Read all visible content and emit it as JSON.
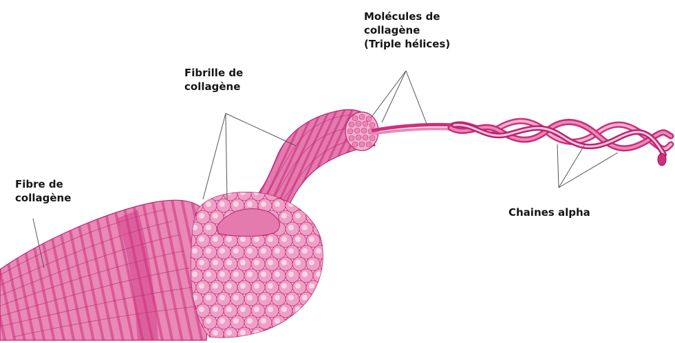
{
  "labels": {
    "molecules": [
      "Molécules de",
      "collagène",
      "(Triple hélices)"
    ],
    "fibrille": [
      "Fibrille de",
      "collagène"
    ],
    "fibre": [
      "Fibre de",
      "collagène"
    ],
    "alpha": "Chaines alpha"
  },
  "colors": {
    "magenta_fill": "#e889b6",
    "magenta_dark": "#cf2f7d",
    "magenta_pale": "#f5c6dc",
    "leader_line": "#555555",
    "label_text": "#151515",
    "background": "#ffffff"
  }
}
